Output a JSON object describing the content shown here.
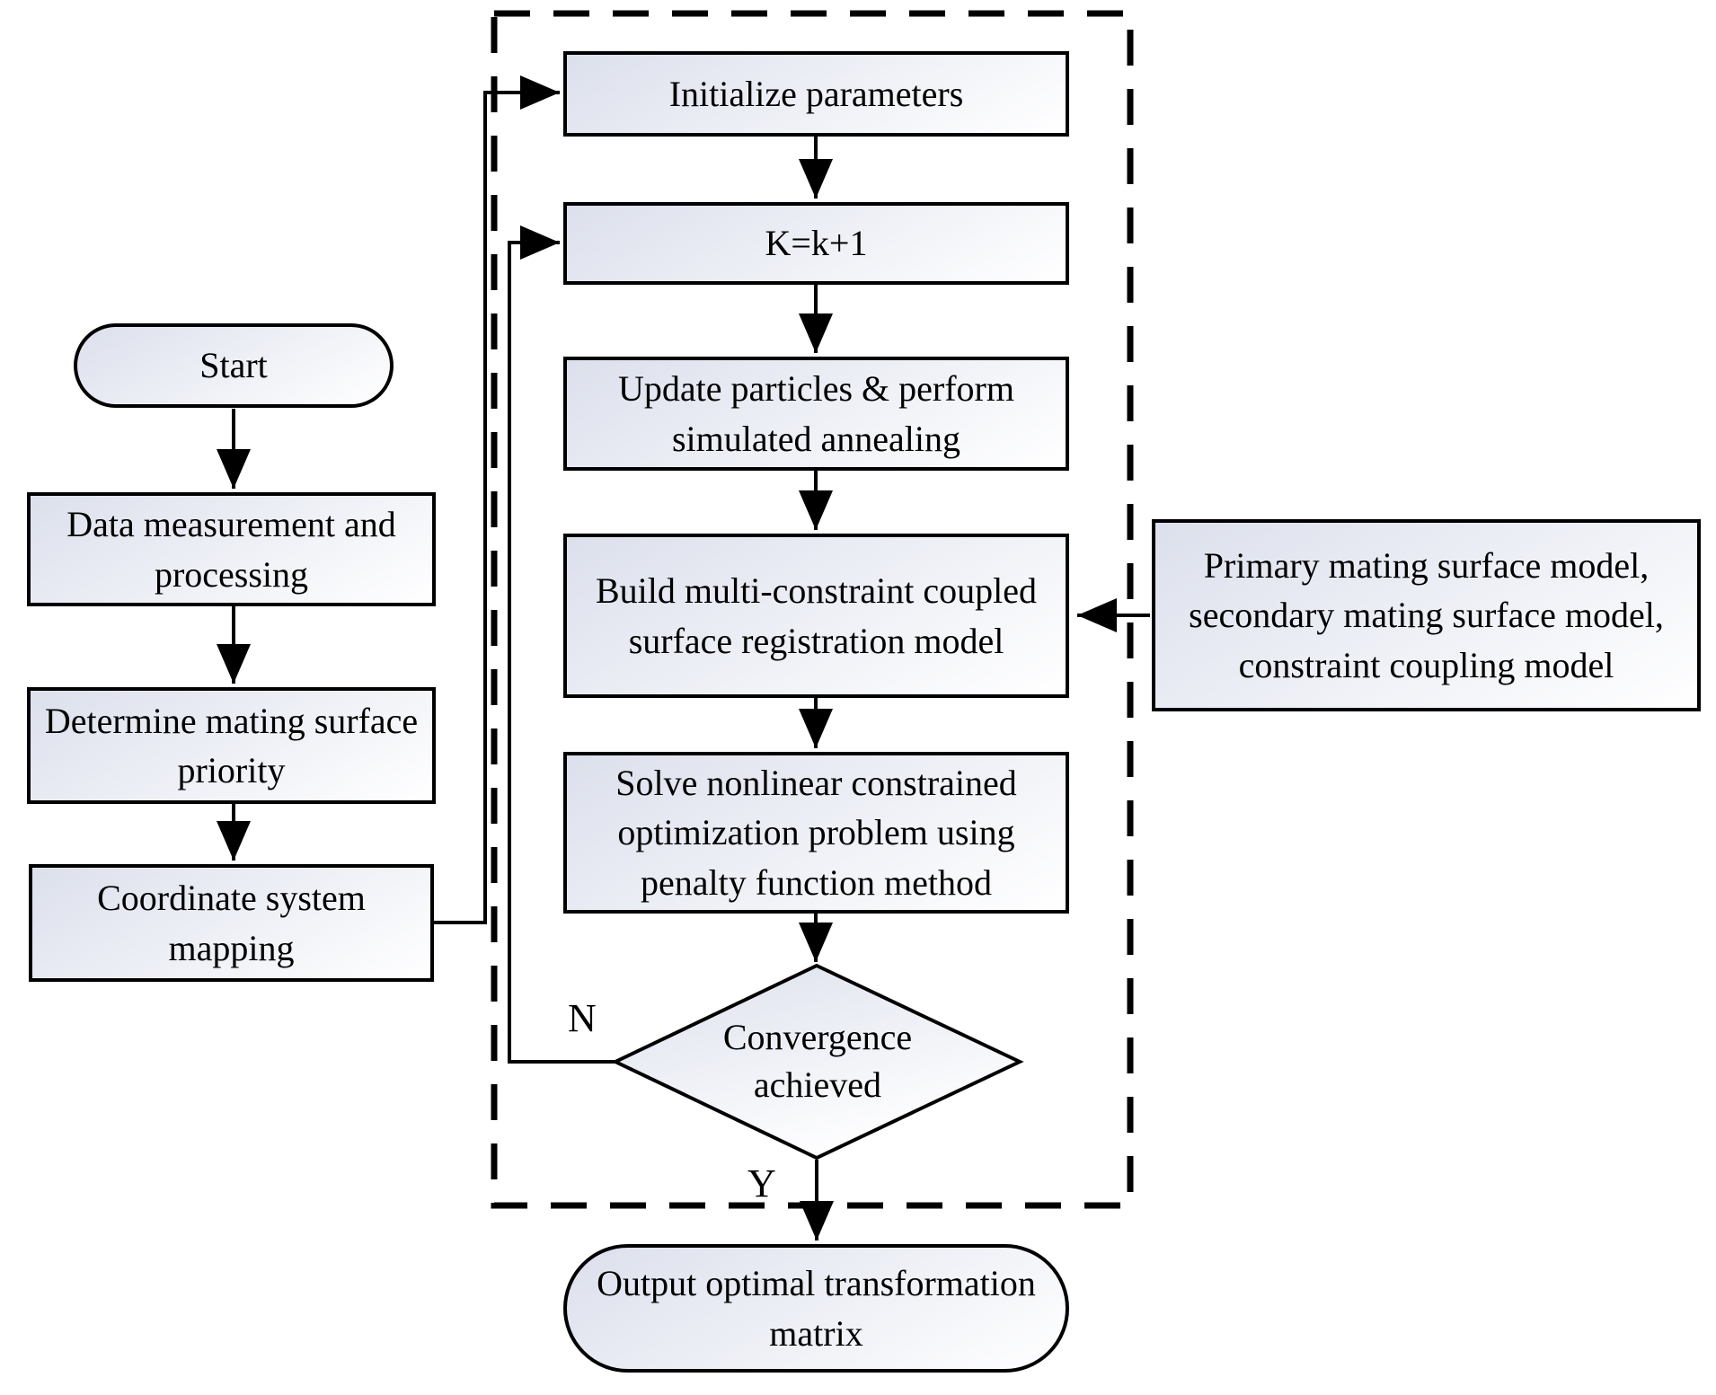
{
  "flowchart": {
    "nodes": {
      "start": {
        "label": "Start"
      },
      "data_measurement": {
        "label": "Data measurement and processing"
      },
      "surface_priority": {
        "label": "Determine mating surface priority"
      },
      "coordinate_mapping": {
        "label": "Coordinate system mapping"
      },
      "initialize": {
        "label": "Initialize parameters"
      },
      "iterate": {
        "label": "K=k+1"
      },
      "update_particles": {
        "label": "Update particles & perform simulated annealing"
      },
      "build_model": {
        "label": "Build multi-constraint coupled surface registration model"
      },
      "solve_problem": {
        "label": "Solve nonlinear constrained optimization problem using penalty function method"
      },
      "convergence": {
        "label": "Convergence achieved"
      },
      "output": {
        "label": "Output optimal transformation matrix"
      },
      "model_inputs": {
        "label": "Primary mating surface model, secondary mating surface model, constraint coupling model"
      }
    },
    "branch_labels": {
      "no": "N",
      "yes": "Y"
    },
    "colors": {
      "node_fill_top": "#dce0ec",
      "node_fill_bottom": "#ffffff",
      "line": "#000000"
    }
  }
}
